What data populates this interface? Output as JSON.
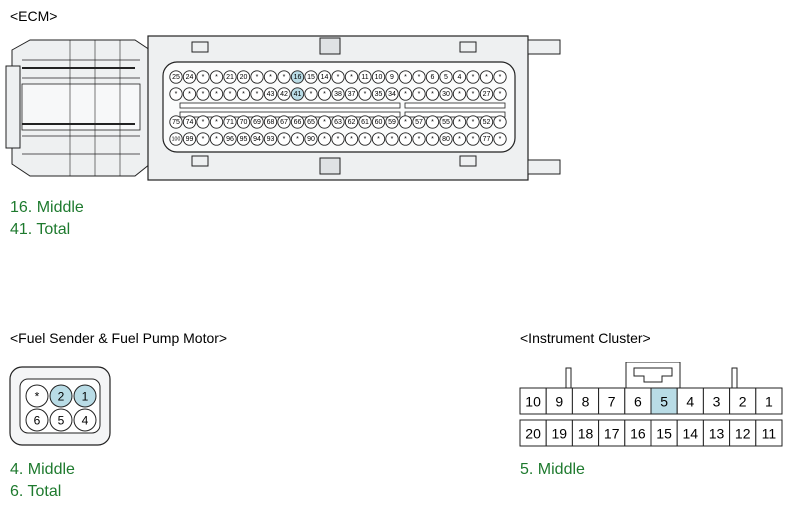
{
  "colors": {
    "highlight": "#b9dce6",
    "legend": "#1e7a2e",
    "body": "#eef0f1",
    "stroke": "#222222"
  },
  "ecm": {
    "title": "<ECM>",
    "rows": [
      [
        "25",
        "24",
        "*",
        "*",
        "21",
        "20",
        "*",
        "*",
        "*",
        "16",
        "15",
        "14",
        "*",
        "*",
        "11",
        "10",
        "9",
        "*",
        "*",
        "6",
        "5",
        "4",
        "*",
        "*",
        "*"
      ],
      [
        "*",
        "*",
        "*",
        "*",
        "*",
        "*",
        "*",
        "43",
        "42",
        "41",
        "*",
        "*",
        "38",
        "37",
        "*",
        "35",
        "34",
        "*",
        "*",
        "*",
        "30",
        "*",
        "*",
        "27",
        "*"
      ],
      [
        "75",
        "74",
        "*",
        "*",
        "71",
        "70",
        "69",
        "68",
        "67",
        "66",
        "65",
        "*",
        "63",
        "62",
        "61",
        "60",
        "59",
        "*",
        "57",
        "*",
        "55",
        "*",
        "*",
        "52",
        "*"
      ],
      [
        "100",
        "99",
        "*",
        "*",
        "96",
        "95",
        "94",
        "93",
        "*",
        "*",
        "90",
        "*",
        "*",
        "*",
        "*",
        "*",
        "*",
        "*",
        "*",
        "*",
        "80",
        "*",
        "*",
        "77",
        "*"
      ]
    ],
    "highlighted": [
      "16",
      "41"
    ],
    "legend": [
      "16. Middle",
      "41. Total"
    ]
  },
  "fuel": {
    "title": "<Fuel Sender & Fuel Pump Motor>",
    "rows": [
      [
        "*",
        "2",
        "1"
      ],
      [
        "6",
        "5",
        "4"
      ]
    ],
    "highlighted": [
      "2",
      "1"
    ],
    "legend": [
      "4. Middle",
      "6. Total"
    ]
  },
  "cluster": {
    "title": "<Instrument Cluster>",
    "rows": [
      [
        "10",
        "9",
        "8",
        "7",
        "6",
        "5",
        "4",
        "3",
        "2",
        "1"
      ],
      [
        "20",
        "19",
        "18",
        "17",
        "16",
        "15",
        "14",
        "13",
        "12",
        "11"
      ]
    ],
    "highlighted": [
      "5"
    ],
    "legend": [
      "5. Middle"
    ]
  }
}
